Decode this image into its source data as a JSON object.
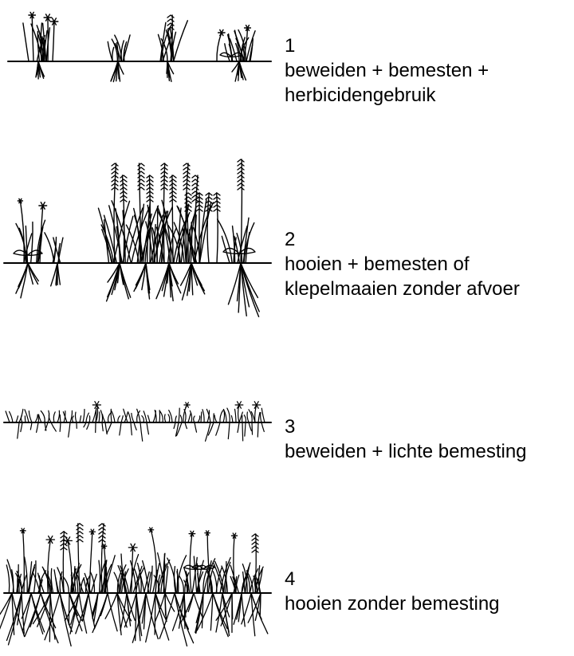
{
  "panels": [
    {
      "number": "1",
      "lines": [
        "beweiden + bemesten +",
        "herbicidengebruik"
      ]
    },
    {
      "number": "2",
      "lines": [
        "hooien + bemesten of",
        "klepelmaaien zonder afvoer"
      ]
    },
    {
      "number": "3",
      "lines": [
        "beweiden + lichte bemesting"
      ]
    },
    {
      "number": "4",
      "lines": [
        "hooien zonder bemesting"
      ]
    }
  ],
  "colors": {
    "ink": "#000000",
    "background": "#ffffff"
  }
}
